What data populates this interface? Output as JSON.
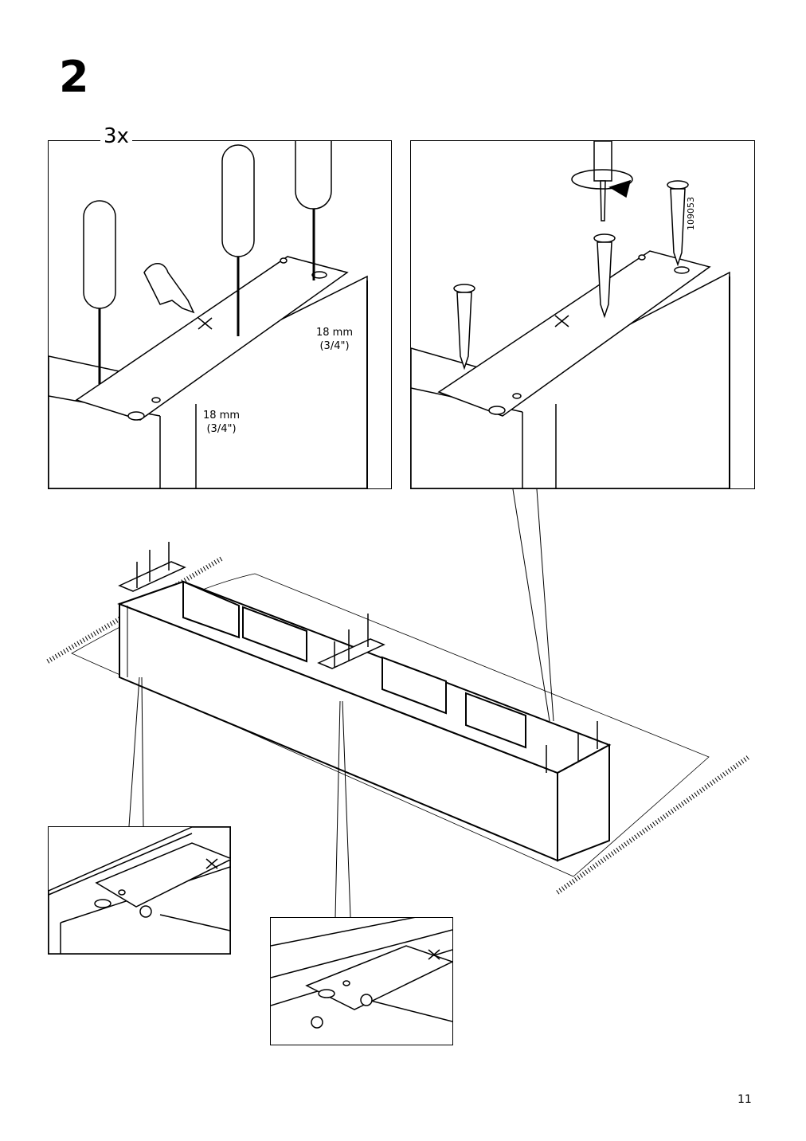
{
  "step": {
    "number": "2"
  },
  "panel_left": {
    "quantity": "3x",
    "dim_top": {
      "mm": "18 mm",
      "inch": "(3/4\")"
    },
    "dim_bottom": {
      "mm": "18 mm",
      "inch": "(3/4\")"
    }
  },
  "panel_right": {
    "screw_code": "109053"
  },
  "page": {
    "number": "11"
  }
}
